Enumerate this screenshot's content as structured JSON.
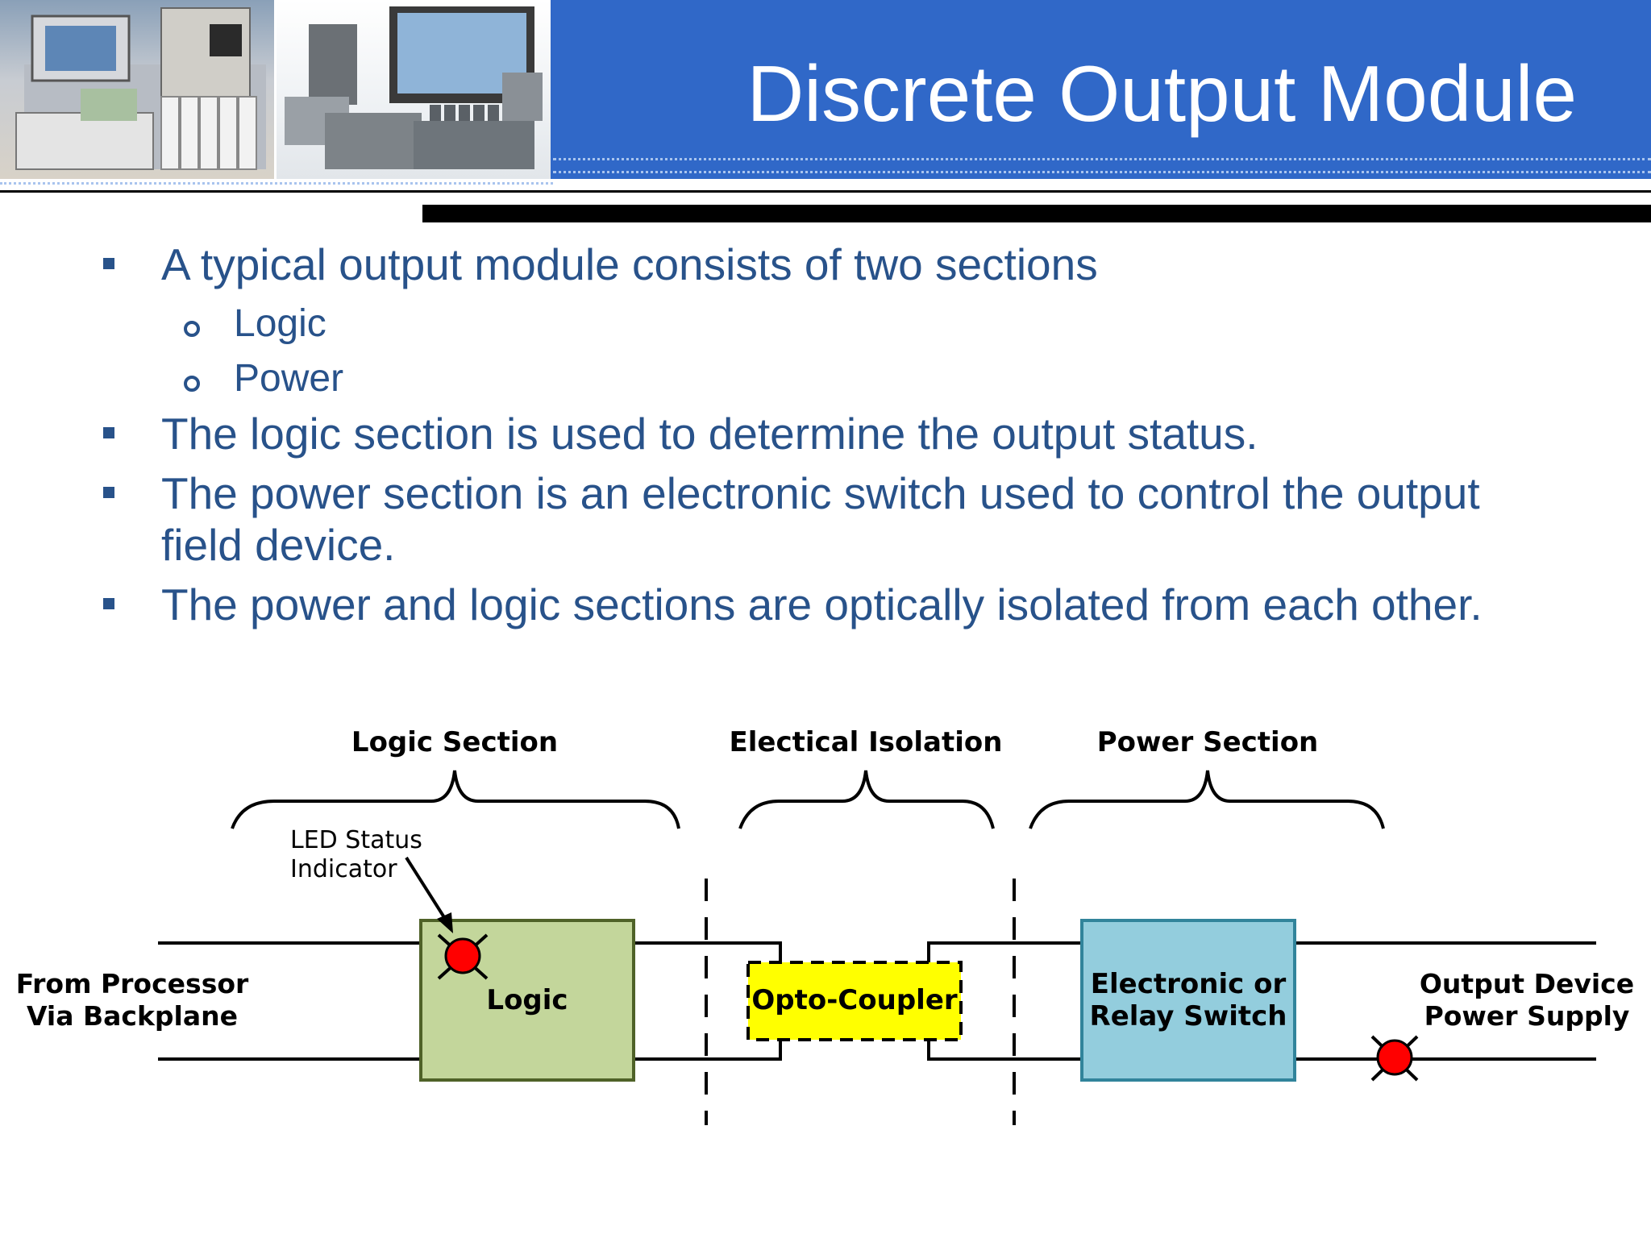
{
  "slide": {
    "title": "Discrete Output Module",
    "bullets": [
      "A typical output module consists of two sections",
      "The logic section is used to determine the output status.",
      "The power section is an electronic switch used to control the output",
      "field device.",
      "The power and logic sections are optically isolated from each other."
    ],
    "sub_bullets": [
      "Logic",
      "Power"
    ]
  },
  "diagram": {
    "section_labels": {
      "logic": "Logic Section",
      "isolation": "Electical Isolation",
      "power": "Power Section"
    },
    "led_label": [
      "LED Status",
      "Indicator"
    ],
    "input_label": [
      "From Processor",
      "Via Backplane"
    ],
    "logic_block": "Logic",
    "coupler_block": "Opto-Coupler",
    "switch_block": [
      "Electronic or",
      "Relay Switch"
    ],
    "output_label": [
      "Output Device",
      "Power Supply"
    ],
    "colors": {
      "logic_fill": "#c3d69b",
      "logic_border": "#4f6228",
      "coupler_fill": "#ffff00",
      "switch_fill": "#93cddd",
      "switch_border": "#31849b",
      "led": "#ff0000",
      "header_blue": "#3068c8",
      "bullet_text": "#28528a"
    }
  }
}
